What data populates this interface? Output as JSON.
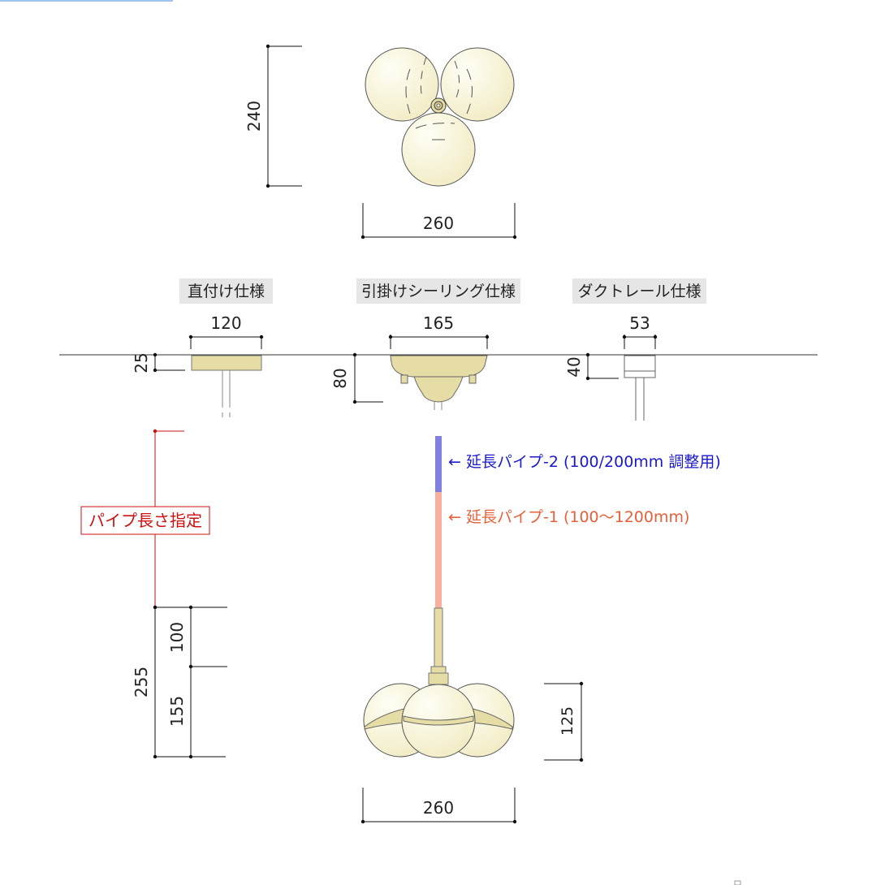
{
  "top_view": {
    "height_dim": "240",
    "width_dim": "260"
  },
  "mounting": {
    "direct": {
      "label": "直付け仕様",
      "width_dim": "120",
      "height_dim": "25"
    },
    "hook_ceiling": {
      "label": "引掛けシーリング仕様",
      "width_dim": "165",
      "height_dim": "80"
    },
    "duct_rail": {
      "label": "ダクトレール仕様",
      "width_dim": "53",
      "height_dim": "40"
    }
  },
  "pipes": {
    "pipe2_note": "← 延長パイプ-2 (100/200mm 調整用)",
    "pipe1_note": "← 延長パイプ-1 (100～1200mm)",
    "pipe_length_label": "パイプ長さ指定",
    "colors": {
      "pipe2": "#8080e0",
      "pipe1": "#f7b0a0",
      "pipe_length": "#cc1111"
    }
  },
  "side_view": {
    "total_dim": "255",
    "upper_dim": "100",
    "lower_dim": "155",
    "globe_height_dim": "125",
    "width_dim": "260"
  },
  "colors": {
    "brass": "#e6dca6",
    "globe_light": "#fdfbe8",
    "globe_dark": "#f3eec8",
    "label_bg": "#e6e6e6"
  }
}
